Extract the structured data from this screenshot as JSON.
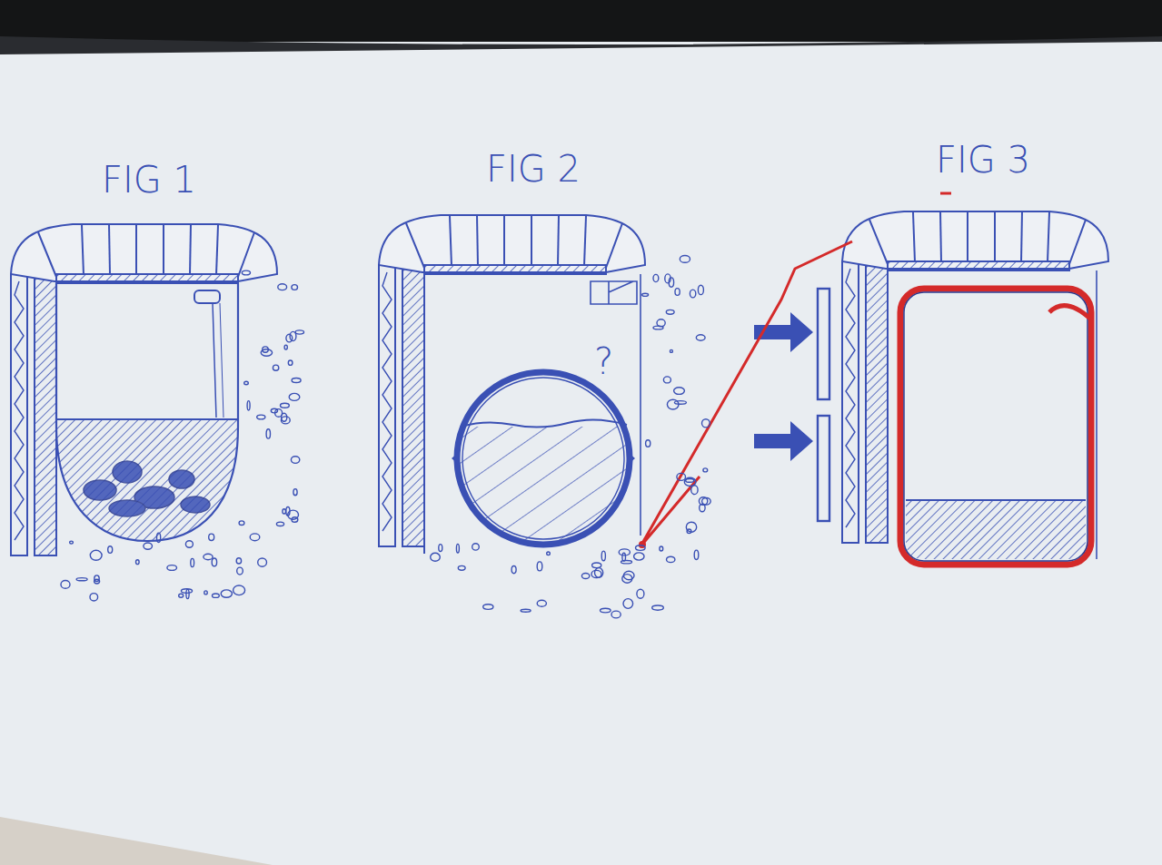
{
  "diagram": {
    "labels": [
      "FIG 1",
      "FIG 2",
      "FIG 3",
      "?"
    ]
  }
}
